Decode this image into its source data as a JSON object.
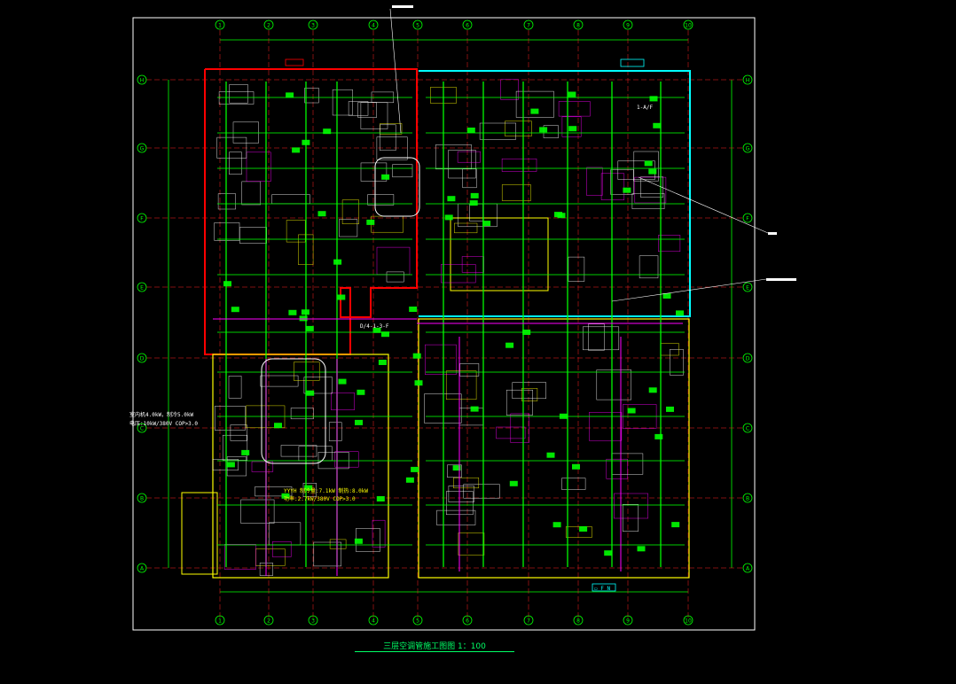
{
  "drawing": {
    "title": "三层空调管施工图图 1：100",
    "annotations": [
      {
        "id": "spec-left-1",
        "text": "室内机4.0kW，制冷5.0kW",
        "color": "#ffffff"
      },
      {
        "id": "spec-left-2",
        "text": "电压:10kW/380V  COP>3.0",
        "color": "#ffffff"
      },
      {
        "id": "spec-center-1",
        "text": "YYYH 制冷量:7.1kW 制热:8.0kW",
        "color": "#ffff00"
      },
      {
        "id": "spec-center-2",
        "text": "功率:2.7kW/380V  COP>3.0",
        "color": "#ffff00"
      },
      {
        "id": "room-label-1",
        "text": "1-A/F",
        "color": "#ffffff"
      },
      {
        "id": "room-label-2",
        "text": "D/4-1-3-F",
        "color": "#ffffff"
      },
      {
        "id": "cyan-tag",
        "text": "▭ F N",
        "color": "#00ffff"
      }
    ],
    "grid_cols": [
      "1",
      "2",
      "3",
      "4",
      "5",
      "6",
      "7",
      "8",
      "9",
      "10"
    ],
    "grid_rows": [
      "H",
      "G",
      "F",
      "E",
      "D",
      "C",
      "B",
      "A"
    ],
    "colors": {
      "background": "#000000",
      "frame": "#ffffff",
      "grid_line": "#ff2020",
      "dimension": "#00ff00",
      "zone_red": "#ff0000",
      "zone_cyan": "#00ffff",
      "zone_yellow": "#ffff00",
      "duct_green": "#00ff00",
      "pipe_magenta": "#ff00ff"
    }
  }
}
